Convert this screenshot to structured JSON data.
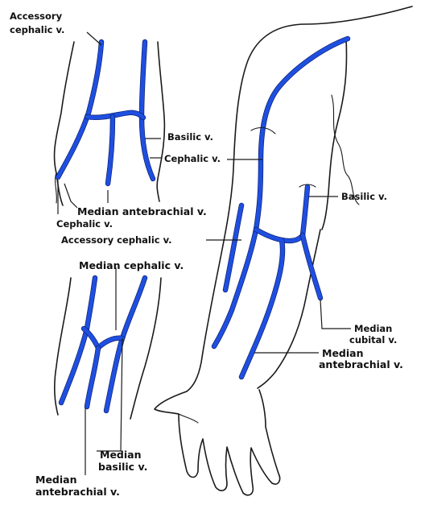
{
  "labels": {
    "accessory_cephalic_top_1": "Accessory",
    "accessory_cephalic_top_2": "cephalic v.",
    "basilic_left": "Basilic v.",
    "cephalic_left": "Cephalic v.",
    "median_antebrachial_left": "Median antebrachial v.",
    "cephalic_left_lower": "Cephalic v.",
    "accessory_cephalic_mid": "Accessory cephalic v.",
    "basilic_right": "Basilic v.",
    "median_cephalic": "Median cephalic v.",
    "median_cubital_1": "Median",
    "median_cubital_2": "cubital v.",
    "median_antebrachial_right_1": "Median",
    "median_antebrachial_right_2": "antebrachial v.",
    "median_basilic_1": "Median",
    "median_basilic_2": "basilic v.",
    "median_antebrachial_bottom_1": "Median",
    "median_antebrachial_bottom_2": "antebrachial v."
  },
  "colors": {
    "vein": "#1f4fe0",
    "outline": "#1a1a1a",
    "background": "#ffffff"
  }
}
